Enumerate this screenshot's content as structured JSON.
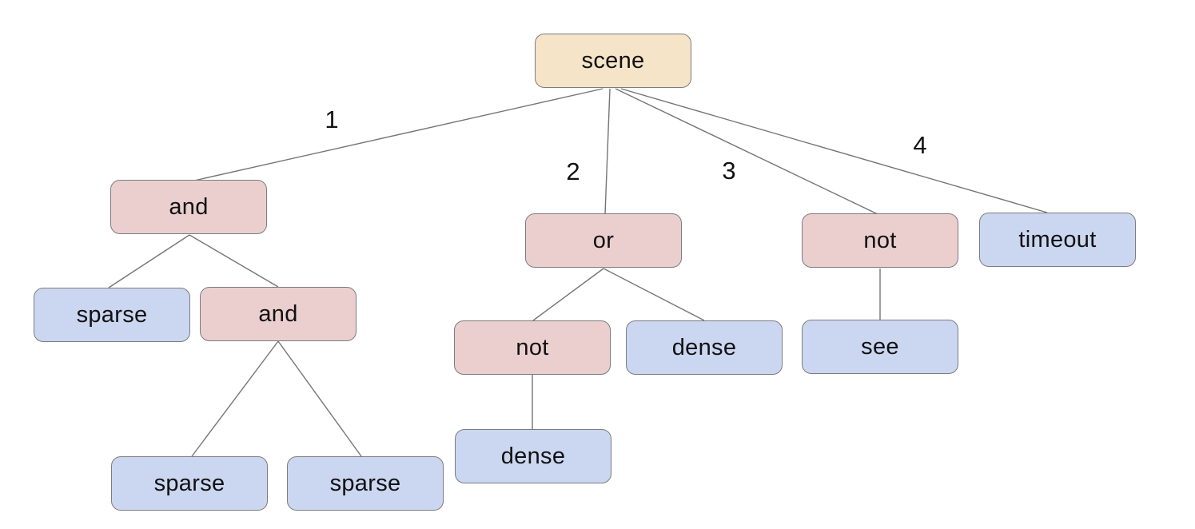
{
  "diagram": {
    "type": "tree",
    "colors": {
      "background": "#ffffff",
      "root_fill": "#f5e4c8",
      "operator_fill": "#ebcfcf",
      "leaf_fill": "#cbd7f1",
      "node_border": "#7c7c7c",
      "edge_color": "#757575",
      "text_color": "#111111"
    },
    "nodes": [
      {
        "id": "scene",
        "label": "scene",
        "kind": "root"
      },
      {
        "id": "and-1",
        "label": "and",
        "kind": "operator"
      },
      {
        "id": "or-1",
        "label": "or",
        "kind": "operator"
      },
      {
        "id": "not-1",
        "label": "not",
        "kind": "operator"
      },
      {
        "id": "timeout",
        "label": "timeout",
        "kind": "leaf"
      },
      {
        "id": "sparse-1",
        "label": "sparse",
        "kind": "leaf"
      },
      {
        "id": "and-2",
        "label": "and",
        "kind": "operator"
      },
      {
        "id": "not-2",
        "label": "not",
        "kind": "operator"
      },
      {
        "id": "dense-1",
        "label": "dense",
        "kind": "leaf"
      },
      {
        "id": "see",
        "label": "see",
        "kind": "leaf"
      },
      {
        "id": "sparse-2",
        "label": "sparse",
        "kind": "leaf"
      },
      {
        "id": "sparse-3",
        "label": "sparse",
        "kind": "leaf"
      },
      {
        "id": "dense-2",
        "label": "dense",
        "kind": "leaf"
      }
    ],
    "edges": [
      {
        "from": "scene",
        "to": "and-1",
        "label": "1"
      },
      {
        "from": "scene",
        "to": "or-1",
        "label": "2"
      },
      {
        "from": "scene",
        "to": "not-1",
        "label": "3"
      },
      {
        "from": "scene",
        "to": "timeout",
        "label": "4"
      },
      {
        "from": "and-1",
        "to": "sparse-1",
        "label": ""
      },
      {
        "from": "and-1",
        "to": "and-2",
        "label": ""
      },
      {
        "from": "and-2",
        "to": "sparse-2",
        "label": ""
      },
      {
        "from": "and-2",
        "to": "sparse-3",
        "label": ""
      },
      {
        "from": "or-1",
        "to": "not-2",
        "label": ""
      },
      {
        "from": "or-1",
        "to": "dense-1",
        "label": ""
      },
      {
        "from": "not-2",
        "to": "dense-2",
        "label": ""
      },
      {
        "from": "not-1",
        "to": "see",
        "label": ""
      }
    ]
  }
}
